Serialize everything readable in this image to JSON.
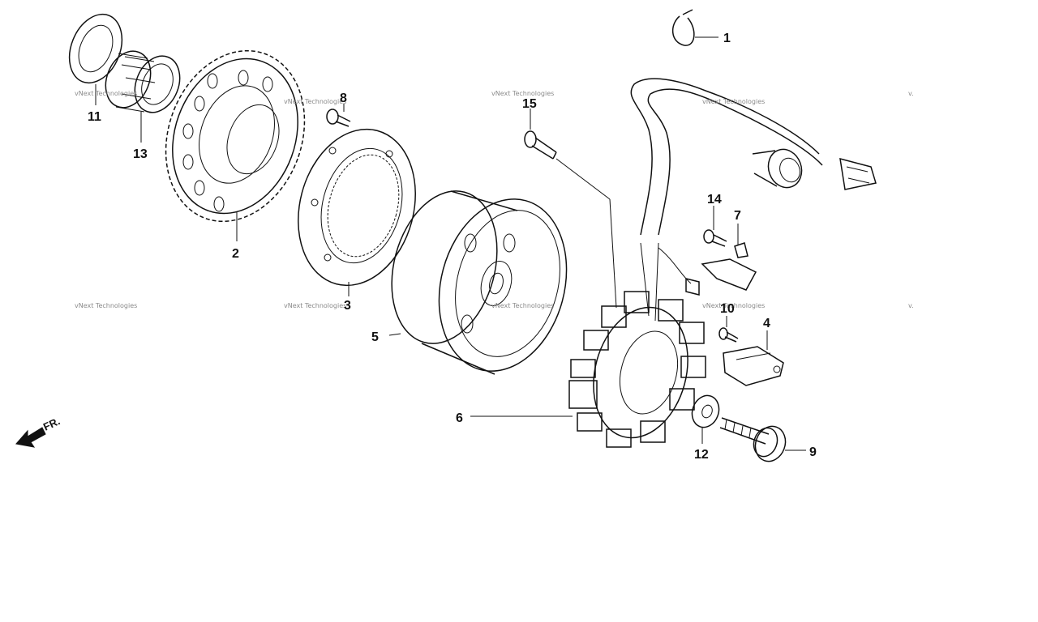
{
  "callouts": [
    {
      "id": "1",
      "label": "1"
    },
    {
      "id": "2",
      "label": "2"
    },
    {
      "id": "3",
      "label": "3"
    },
    {
      "id": "4",
      "label": "4"
    },
    {
      "id": "5",
      "label": "5"
    },
    {
      "id": "6",
      "label": "6"
    },
    {
      "id": "7",
      "label": "7"
    },
    {
      "id": "8",
      "label": "8"
    },
    {
      "id": "9",
      "label": "9"
    },
    {
      "id": "10",
      "label": "10"
    },
    {
      "id": "11",
      "label": "11"
    },
    {
      "id": "12",
      "label": "12"
    },
    {
      "id": "13",
      "label": "13"
    },
    {
      "id": "14",
      "label": "14"
    },
    {
      "id": "15",
      "label": "15"
    }
  ],
  "direction_label": "FR.",
  "watermark_text": "vNext Technologies",
  "watermark_partial": "v."
}
